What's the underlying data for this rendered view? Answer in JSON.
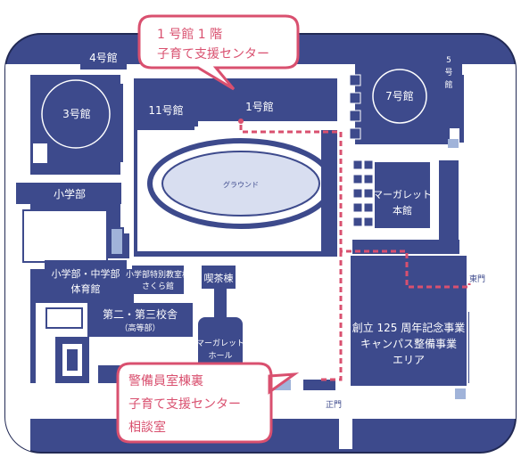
{
  "map": {
    "buildings": {
      "b4": "4号館",
      "b3": "3号館",
      "b11": "11号館",
      "b1": "1号館",
      "b7": "7号館",
      "b5a": "5",
      "b5b": "号",
      "b5c": "館",
      "shogakubu": "小学部",
      "gym_line1": "小学部・中学部",
      "gym_line2": "体育館",
      "sakura_line1": "小学部特別教室棟",
      "sakura_line2": "さくら館",
      "kissa": "喫茶棟",
      "second_third_line1": "第二・第三校舎",
      "second_third_line2": "（高等部）",
      "margaret_hall_line1": "マーガレット",
      "margaret_hall_line2": "ホール",
      "margaret_main_line1": "マーガレット",
      "margaret_main_line2": "本館",
      "anniv_line1": "創立 125 周年記念事業",
      "anniv_line2": "キャンパス整備事業",
      "anniv_line3": "エリア"
    },
    "ground": "グラウンド",
    "gates": {
      "east": "東門",
      "main": "正門"
    },
    "callouts": {
      "top_line1": "1 号館 1 階",
      "top_line2": "子育て支援センター",
      "bottom_line1": "警備員室棟裏",
      "bottom_line2": "子育て支援センター",
      "bottom_line3": "相談室"
    },
    "colors": {
      "background": "#3d4a8c",
      "road": "#ffffff",
      "building": "#3d4a8c",
      "route": "#d9506f",
      "callout_border": "#d9506f"
    }
  }
}
